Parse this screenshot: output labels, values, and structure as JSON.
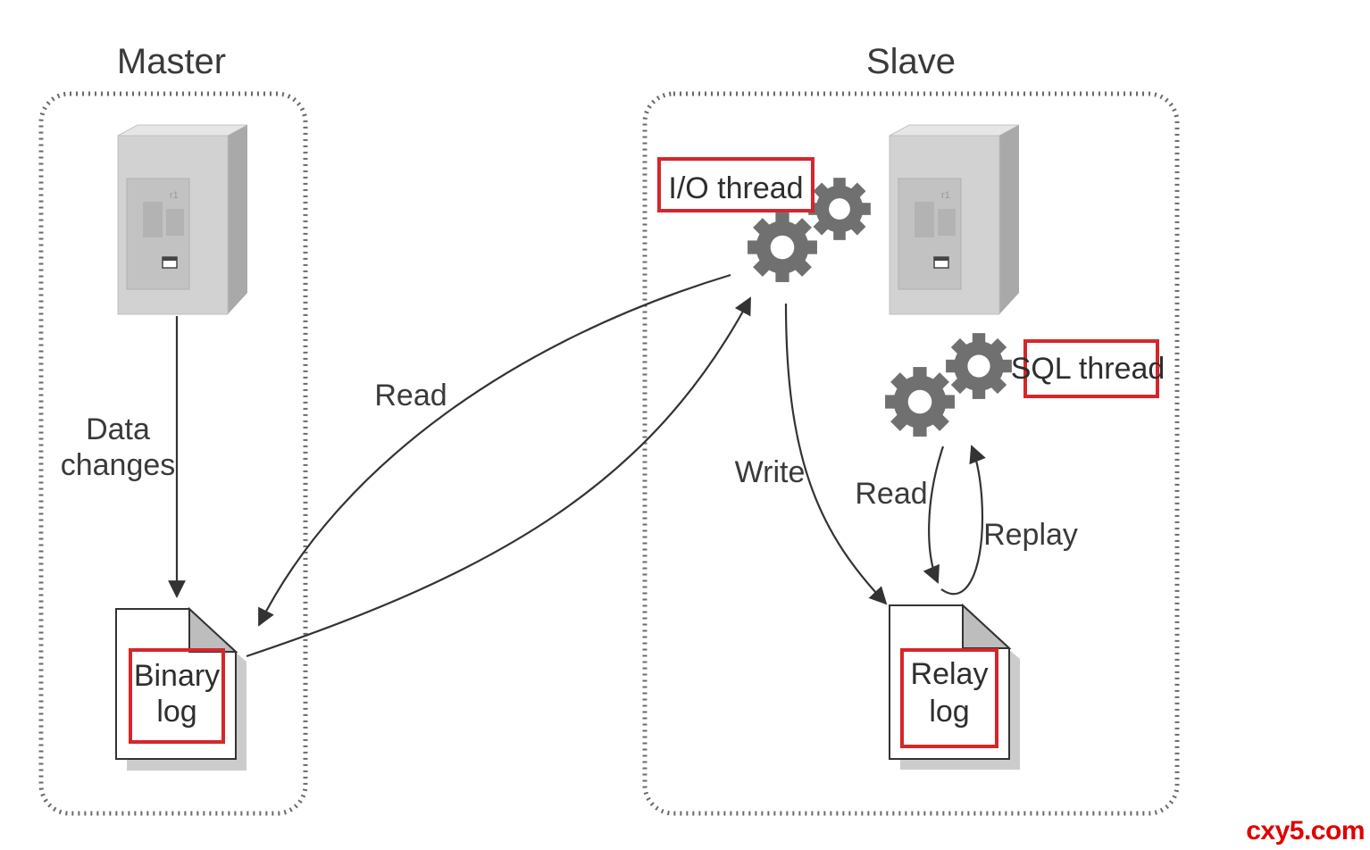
{
  "master": {
    "title": "Master",
    "data_changes_label": [
      "Data",
      "changes"
    ],
    "binary_log_label": [
      "Binary",
      "log"
    ]
  },
  "slave": {
    "title": "Slave",
    "io_thread_label": "I/O thread",
    "sql_thread_label": "SQL thread",
    "relay_log_label": [
      "Relay",
      "log"
    ]
  },
  "edges": {
    "read_master": "Read",
    "write": "Write",
    "read_slave": "Read",
    "replay": "Replay"
  },
  "watermark": "cxy5.com",
  "colors": {
    "highlight": "#d6262a",
    "gear": "#707070",
    "server": "#cfcfcf",
    "border": "#6a6a6a"
  }
}
